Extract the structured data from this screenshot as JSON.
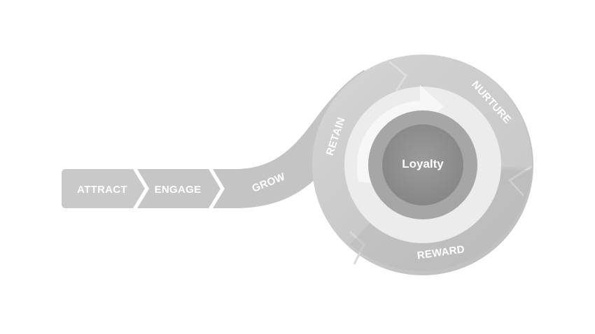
{
  "diagram": {
    "center_label": "Loyalty",
    "stages": {
      "attract": "ATTRACT",
      "engage": "ENGAGE",
      "grow": "GROW",
      "retain": "RETAIN",
      "nurture": "NURTURE",
      "reward": "REWARD"
    },
    "colors": {
      "band_light": "#cfcfcf",
      "band_mid": "#bdbdbd",
      "inner_ring": "#e6e6e6",
      "core_dark": "#8e8e8e",
      "core_mid": "#a3a3a3",
      "label_text": "#ffffff"
    }
  }
}
